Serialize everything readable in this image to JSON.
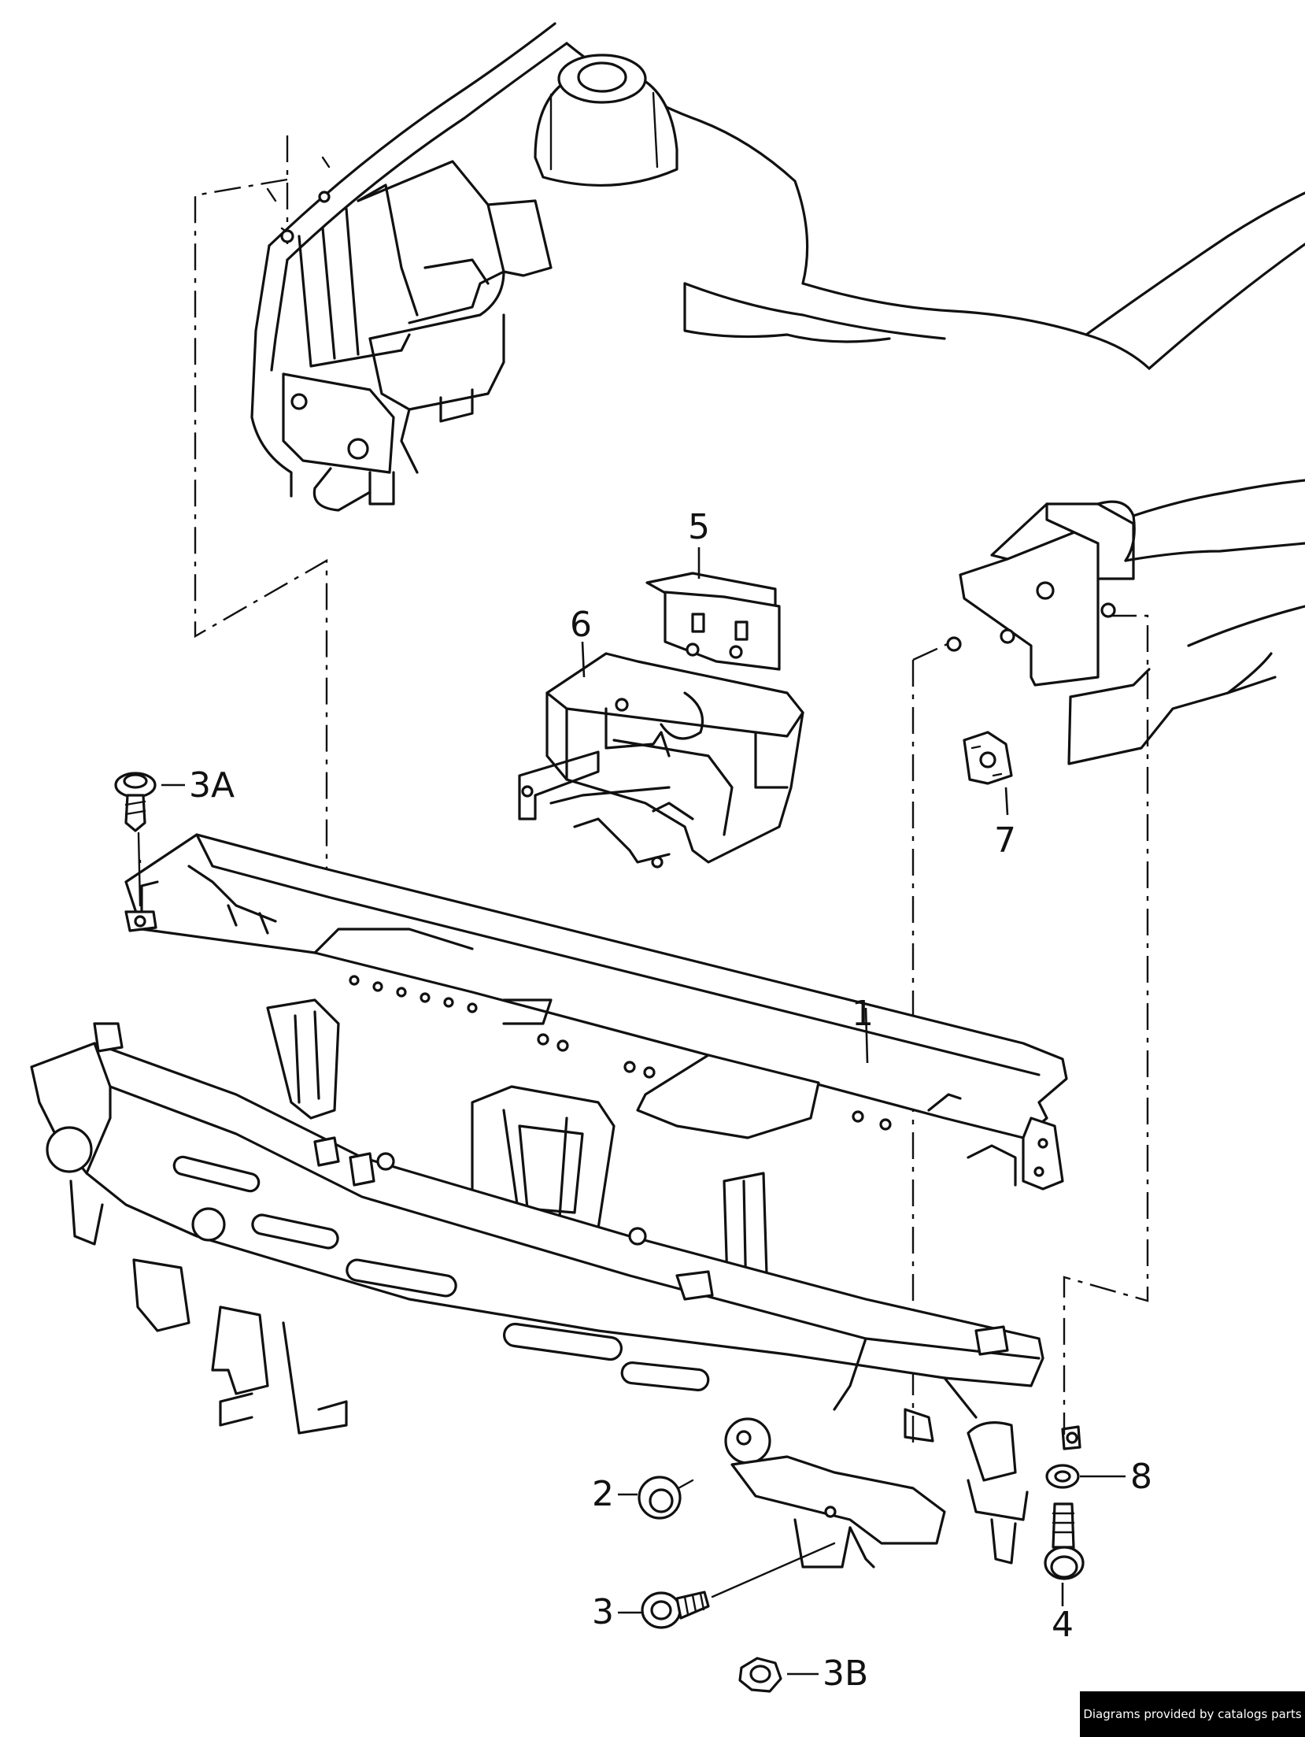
{
  "callouts": {
    "c1": "1",
    "c2": "2",
    "c3": "3",
    "c3a": "3A",
    "c3b": "3B",
    "c4": "4",
    "c5": "5",
    "c6": "6",
    "c7": "7",
    "c8": "8"
  },
  "credit": "Diagrams provided by catalogs parts"
}
